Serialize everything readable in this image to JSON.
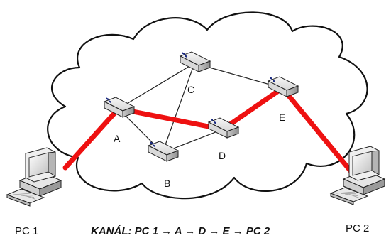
{
  "diagram": {
    "nodes": [
      {
        "id": "A",
        "label": "A"
      },
      {
        "id": "B",
        "label": "B"
      },
      {
        "id": "C",
        "label": "C"
      },
      {
        "id": "D",
        "label": "D"
      },
      {
        "id": "E",
        "label": "E"
      }
    ],
    "pcs": [
      {
        "id": "PC1",
        "label": "PC 1"
      },
      {
        "id": "PC2",
        "label": "PC 2"
      }
    ],
    "links": [
      {
        "from": "A",
        "to": "C",
        "highlighted": false
      },
      {
        "from": "A",
        "to": "B",
        "highlighted": false
      },
      {
        "from": "C",
        "to": "B",
        "highlighted": false
      },
      {
        "from": "C",
        "to": "E",
        "highlighted": false
      },
      {
        "from": "B",
        "to": "D",
        "highlighted": false
      },
      {
        "from": "PC1",
        "to": "A",
        "highlighted": true
      },
      {
        "from": "A",
        "to": "D",
        "highlighted": true
      },
      {
        "from": "D",
        "to": "E",
        "highlighted": true
      },
      {
        "from": "E",
        "to": "PC2",
        "highlighted": true
      }
    ],
    "caption": "KANÁL: PC 1 → A → D → E → PC 2",
    "colors": {
      "highlight": "#ee1111",
      "link": "#222222",
      "cloud_stroke": "#111111",
      "cloud_fill": "#ffffff"
    }
  }
}
